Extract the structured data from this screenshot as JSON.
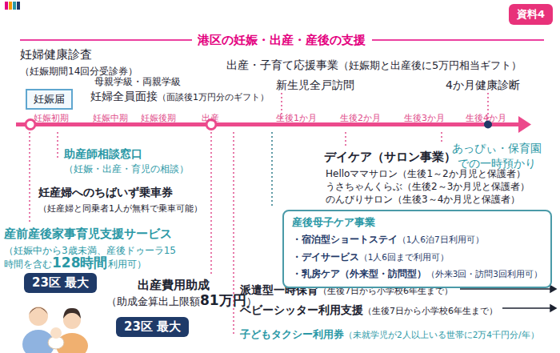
{
  "diagram": {
    "title": "港区の妊娠・出産・産後の支援",
    "nodes": [
      {
        "text": [
          "資料4"
        ]
      },
      {
        "text": [
          "妊娠届"
        ]
      },
      {
        "text": [
          "産後母子ケア事業",
          "・宿泊型ショートステイ",
          "（1人6泊7日利用可）",
          "・デイサービス",
          "（1人6回まで利用可）",
          "・乳房ケア（外来型・訪問型）",
          "（外来3回・訪問3回利用可）"
        ]
      },
      {
        "text": [
          "23区 最大"
        ]
      },
      {
        "text": [
          "23区 最大"
        ]
      }
    ],
    "labels": [
      "妊婦健康診査",
      "（妊娠期間14回分受診券）",
      "母親学級・両親学級",
      "妊婦全員面接",
      "（面談後1万円分のギフト）",
      "出産・子育て応援事業",
      "（妊娠期と出産後に5万円相当ギフト）",
      "新生児全戸訪問",
      "4か月健康診断",
      "妊娠初期",
      "妊娠中期",
      "妊娠後期",
      "出産",
      "生後1か月",
      "生後2か月",
      "生後3か月",
      "生後4か月",
      "助産師相談窓口",
      "（妊娠・出産・育児の相談）",
      "妊産婦へのちばいず乗車券",
      "（妊産婦と同乗者1人が無料で乗車可能）",
      "産前産後家事育児支援サービス",
      "（妊娠中から3歳未満、産後ドゥーラ15",
      "時間を含む",
      "128時間",
      "利用可）",
      "出産費用助成",
      "（助成金算出上限額",
      "81万円",
      "）",
      "デイケア（サロン事業）",
      "Helloママサロン（生後1～2か月児と保護者）",
      "うさちゃんくらぶ（生後2～3か月児と保護者）",
      "のんびりサロン（生後3～4か月児と保護者）",
      "あっぴぃ・保育園 での一時預かり",
      "派遣型一時保育",
      "（生後7日から小学校6年生まで）",
      "ベビーシッター利用支援",
      "（生後7日から小学校6年生まで）",
      "子どもタクシー利用券",
      "（未就学児が2人以上いる世帯に2万4千円分/年）"
    ]
  }
}
